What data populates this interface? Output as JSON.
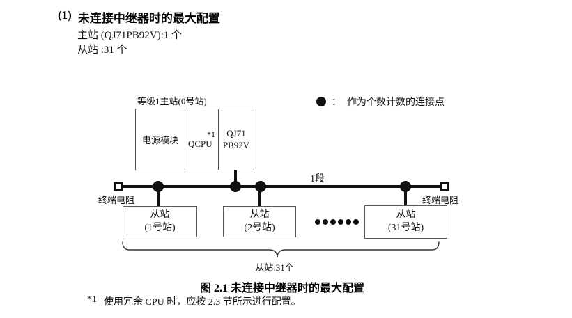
{
  "header": {
    "number": "(1)",
    "title": "未连接中继器时的最大配置"
  },
  "summary": {
    "master_line": "主站 (QJ71PB92V):1 个",
    "slave_line": "从站 :31 个"
  },
  "legend": {
    "colon": "：",
    "label": "作为个数计数的连接点"
  },
  "master": {
    "label": "等级1主站(0号站)",
    "cell_power": "电源模块",
    "cell_cpu": "QCPU",
    "cell_cpu_note": "*1",
    "cell_pb_line1": "QJ71",
    "cell_pb_line2": "PB92V"
  },
  "bus": {
    "segment_label": "1段",
    "terminator_left": "终端电阻",
    "terminator_right": "终端电阻"
  },
  "slaves": [
    {
      "name": "从站",
      "station": "(1号站)"
    },
    {
      "name": "从站",
      "station": "(2号站)"
    },
    {
      "name": "从站",
      "station": "(31号站)"
    }
  ],
  "brace_label": "从站:31个",
  "caption": "图 2.1 未连接中继器时的最大配置",
  "footnote": {
    "marker": "*1",
    "text": "使用冗余 CPU 时，应按 2.3 节所示进行配置。"
  }
}
